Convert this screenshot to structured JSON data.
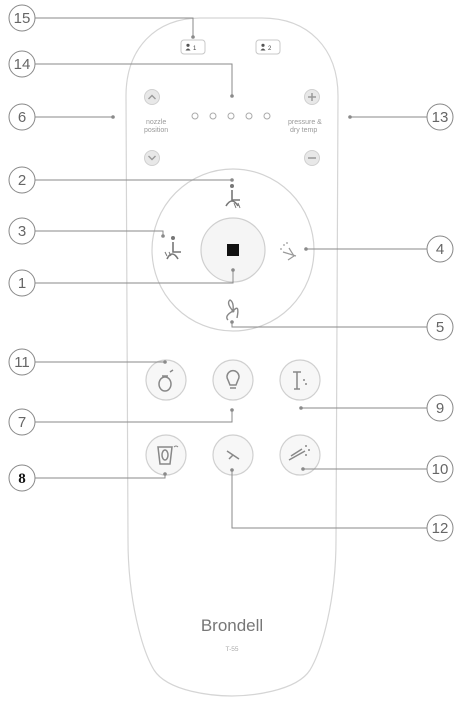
{
  "remote": {
    "brand": "Brondell",
    "model": "T-55",
    "user_buttons": [
      "1",
      "2"
    ],
    "left_rocker_label": [
      "nozzle",
      "position"
    ],
    "right_rocker_label": [
      "pressure &",
      "dry temp"
    ]
  },
  "callouts": {
    "c1": "1",
    "c2": "2",
    "c3": "3",
    "c4": "4",
    "c5": "5",
    "c6": "6",
    "c7": "7",
    "c8": "8",
    "c9": "9",
    "c10": "10",
    "c11": "11",
    "c12": "12",
    "c13": "13",
    "c14": "14",
    "c15": "15"
  },
  "icons": {
    "stop": "stop-icon",
    "front_wash": "front-wash-icon",
    "rear_wash": "rear-wash-icon",
    "wash_mode": "wash-mode-icon",
    "dryer": "dryer-fan-icon",
    "nozzle_up": "chevron-up-icon",
    "nozzle_down": "chevron-down-icon",
    "pressure_up": "plus-icon",
    "pressure_down": "minus-icon",
    "level_indicators": "level-dots",
    "row3": [
      "seat-sensor-icon",
      "night-light-icon",
      "nozzle-clean-icon"
    ],
    "row4": [
      "seat-heat-icon",
      "enema-icon",
      "deodorizer-icon"
    ]
  },
  "colors": {
    "line": "#8a8a8a",
    "outline": "#d8d8d8",
    "button": "#eeeeee",
    "icon": "#8a8a8a"
  }
}
